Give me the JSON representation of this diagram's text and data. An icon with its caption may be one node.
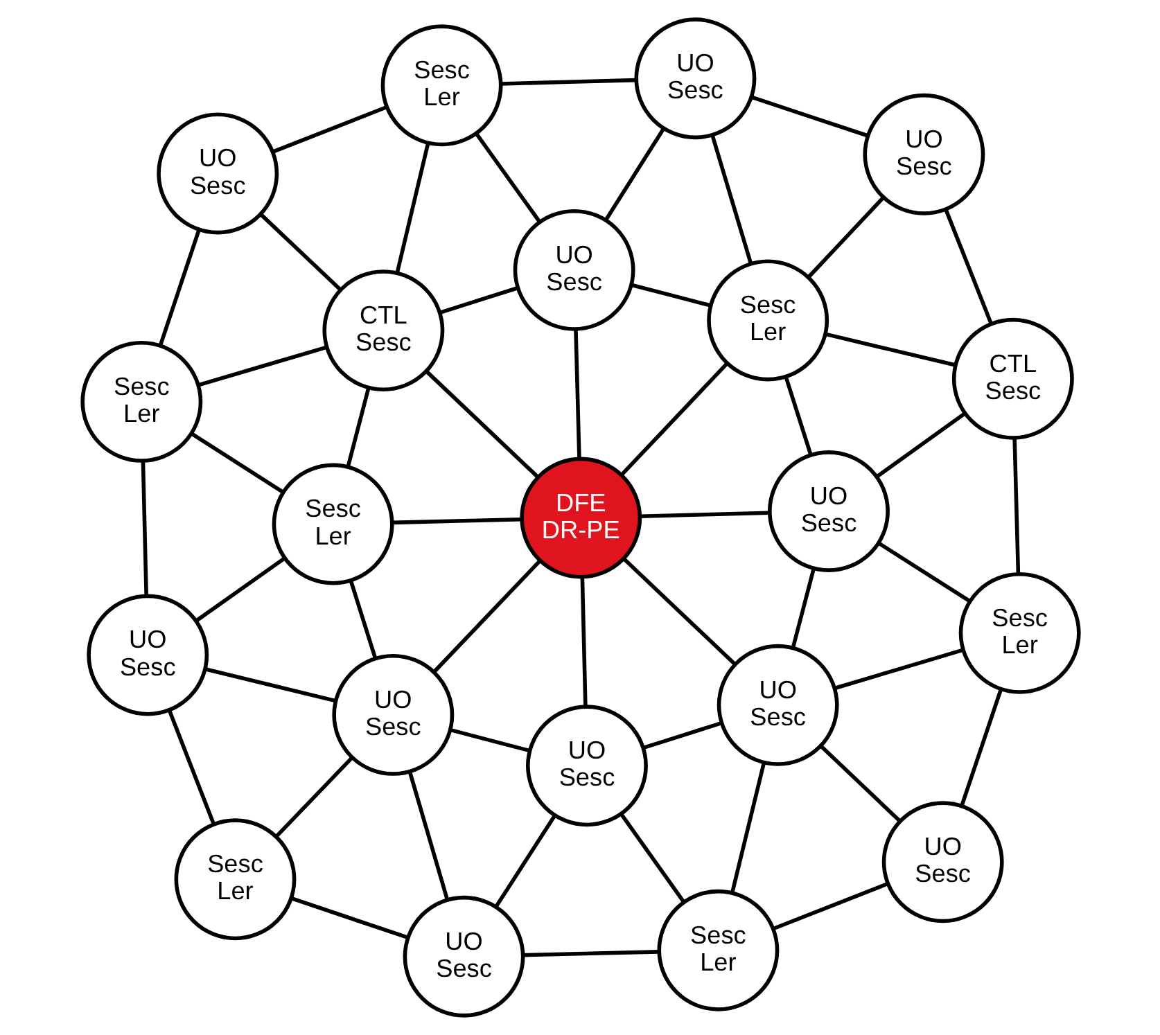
{
  "diagram": {
    "nodes": [
      {
        "text": [
          "UO Sesc"
        ]
      },
      {
        "text": [
          "Sesc Ler"
        ]
      },
      {
        "text": [
          "UO Sesc"
        ]
      },
      {
        "text": [
          "Sesc Ler"
        ]
      },
      {
        "text": [
          "UO Sesc"
        ]
      },
      {
        "text": [
          "UO Sesc"
        ]
      },
      {
        "text": [
          "UO Sesc"
        ]
      },
      {
        "text": [
          "Sesc Ler"
        ]
      },
      {
        "text": [
          "UO Sesc"
        ]
      },
      {
        "text": [
          "UO Sesc"
        ]
      },
      {
        "text": [
          "DFE DR-PE"
        ]
      },
      {
        "text": [
          "Sesc Ler"
        ]
      },
      {
        "text": [
          "CTL Sesc"
        ]
      },
      {
        "text": [
          "Sesc Ler"
        ]
      },
      {
        "text": [
          "Sesc Ler"
        ]
      },
      {
        "text": [
          "UO Sesc"
        ]
      },
      {
        "text": [
          "CTL Sesc"
        ]
      },
      {
        "text": [
          "UO Sesc"
        ]
      },
      {
        "text": [
          "UO Sesc"
        ]
      },
      {
        "text": [
          "Sesc Ler"
        ]
      },
      {
        "text": [
          "UO Sesc"
        ]
      }
    ],
    "edges": [
      {
        "from": 0,
        "to": 1,
        "arrow": "none"
      },
      {
        "from": 0,
        "to": 4,
        "arrow": "none"
      },
      {
        "from": 0,
        "to": 7,
        "arrow": "none"
      },
      {
        "from": 1,
        "to": 2,
        "arrow": "none"
      },
      {
        "from": 1,
        "to": 4,
        "arrow": "none"
      },
      {
        "from": 1,
        "to": 5,
        "arrow": "none"
      },
      {
        "from": 2,
        "to": 5,
        "arrow": "none"
      },
      {
        "from": 2,
        "to": 6,
        "arrow": "none"
      },
      {
        "from": 2,
        "to": 3,
        "arrow": "none"
      },
      {
        "from": 3,
        "to": 6,
        "arrow": "none"
      },
      {
        "from": 3,
        "to": 8,
        "arrow": "none"
      },
      {
        "from": 4,
        "to": 5,
        "arrow": "none"
      },
      {
        "from": 4,
        "to": 7,
        "arrow": "none"
      },
      {
        "from": 4,
        "to": 9,
        "arrow": "none"
      },
      {
        "from": 4,
        "to": 10,
        "arrow": "none"
      },
      {
        "from": 5,
        "to": 6,
        "arrow": "none"
      },
      {
        "from": 5,
        "to": 10,
        "arrow": "none"
      },
      {
        "from": 6,
        "to": 10,
        "arrow": "none"
      },
      {
        "from": 6,
        "to": 8,
        "arrow": "none"
      },
      {
        "from": 6,
        "to": 11,
        "arrow": "none"
      },
      {
        "from": 7,
        "to": 9,
        "arrow": "none"
      },
      {
        "from": 7,
        "to": 12,
        "arrow": "none"
      },
      {
        "from": 8,
        "to": 11,
        "arrow": "none"
      },
      {
        "from": 8,
        "to": 13,
        "arrow": "none"
      },
      {
        "from": 9,
        "to": 10,
        "arrow": "none"
      },
      {
        "from": 9,
        "to": 12,
        "arrow": "none"
      },
      {
        "from": 9,
        "to": 14,
        "arrow": "none"
      },
      {
        "from": 10,
        "to": 11,
        "arrow": "none"
      },
      {
        "from": 10,
        "to": 14,
        "arrow": "none"
      },
      {
        "from": 10,
        "to": 15,
        "arrow": "none"
      },
      {
        "from": 10,
        "to": 16,
        "arrow": "none"
      },
      {
        "from": 11,
        "to": 13,
        "arrow": "none"
      },
      {
        "from": 11,
        "to": 16,
        "arrow": "none"
      },
      {
        "from": 12,
        "to": 14,
        "arrow": "none"
      },
      {
        "from": 12,
        "to": 17,
        "arrow": "none"
      },
      {
        "from": 13,
        "to": 16,
        "arrow": "none"
      },
      {
        "from": 13,
        "to": 20,
        "arrow": "none"
      },
      {
        "from": 14,
        "to": 15,
        "arrow": "none"
      },
      {
        "from": 14,
        "to": 17,
        "arrow": "none"
      },
      {
        "from": 14,
        "to": 18,
        "arrow": "none"
      },
      {
        "from": 15,
        "to": 16,
        "arrow": "none"
      },
      {
        "from": 15,
        "to": 18,
        "arrow": "none"
      },
      {
        "from": 15,
        "to": 19,
        "arrow": "none"
      },
      {
        "from": 16,
        "to": 19,
        "arrow": "none"
      },
      {
        "from": 16,
        "to": 20,
        "arrow": "none"
      },
      {
        "from": 17,
        "to": 18,
        "arrow": "none"
      },
      {
        "from": 18,
        "to": 19,
        "arrow": "none"
      },
      {
        "from": 19,
        "to": 20,
        "arrow": "none"
      }
    ]
  }
}
